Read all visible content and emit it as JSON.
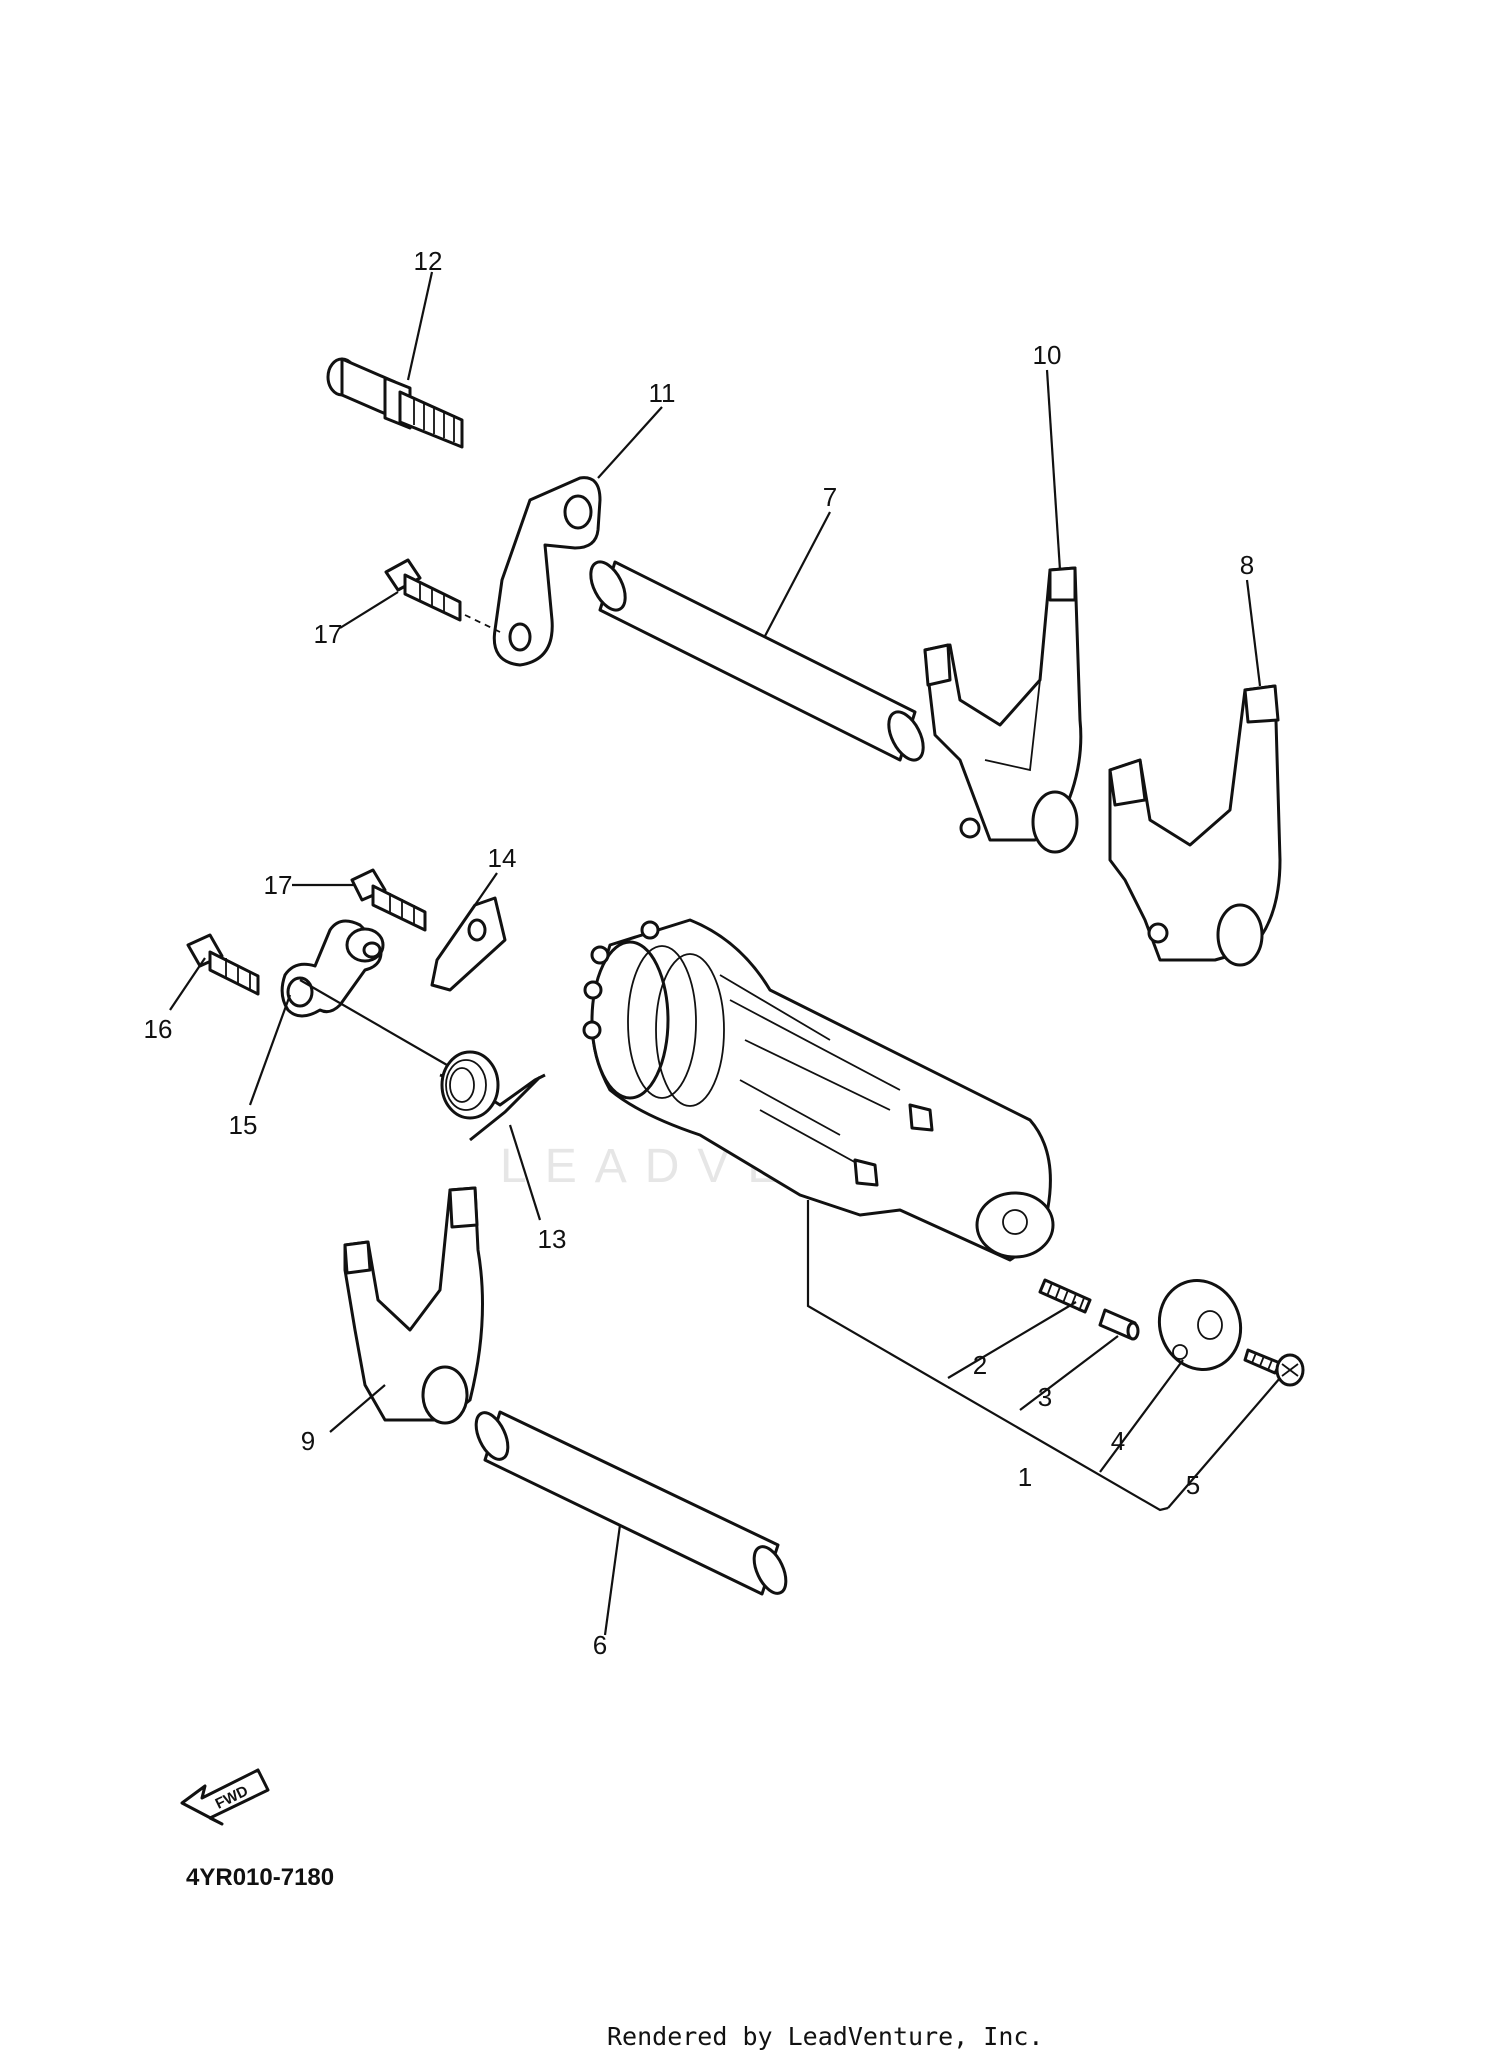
{
  "watermark": "LEADVENTURE",
  "callouts": [
    {
      "id": "c1",
      "label": "1"
    },
    {
      "id": "c2",
      "label": "2"
    },
    {
      "id": "c3",
      "label": "3"
    },
    {
      "id": "c4",
      "label": "4"
    },
    {
      "id": "c5",
      "label": "5"
    },
    {
      "id": "c6",
      "label": "6"
    },
    {
      "id": "c7",
      "label": "7"
    },
    {
      "id": "c8",
      "label": "8"
    },
    {
      "id": "c9",
      "label": "9"
    },
    {
      "id": "c10",
      "label": "10"
    },
    {
      "id": "c11",
      "label": "11"
    },
    {
      "id": "c12",
      "label": "12"
    },
    {
      "id": "c13",
      "label": "13"
    },
    {
      "id": "c14",
      "label": "14"
    },
    {
      "id": "c15",
      "label": "15"
    },
    {
      "id": "c16",
      "label": "16"
    },
    {
      "id": "c17a",
      "label": "17"
    },
    {
      "id": "c17b",
      "label": "17"
    }
  ],
  "fwd_label": "FWD",
  "diagram_code": "4YR010-7180",
  "credit": "Rendered by LeadVenture, Inc."
}
